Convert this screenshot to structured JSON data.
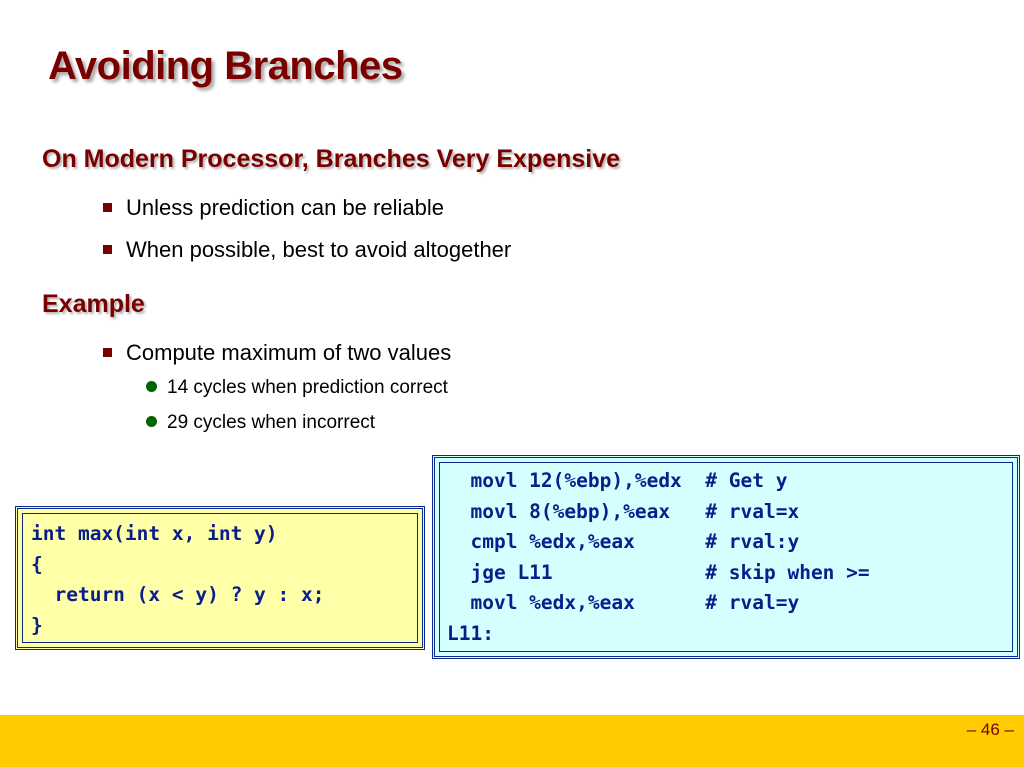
{
  "slide": {
    "title": "Avoiding Branches",
    "section1": {
      "heading": "On Modern Processor, Branches Very Expensive",
      "bullets": [
        "Unless prediction can be reliable",
        "When possible, best to avoid altogether"
      ]
    },
    "section2": {
      "heading": "Example",
      "bullet": "Compute maximum of two values",
      "subbullets": [
        "14 cycles when prediction correct",
        "29 cycles when incorrect"
      ]
    },
    "c_code": "int max(int x, int y)\n{\n  return (x < y) ? y : x;\n}",
    "asm_code": "  movl 12(%ebp),%edx  # Get y\n  movl 8(%ebp),%eax   # rval=x\n  cmpl %edx,%eax      # rval:y\n  jge L11             # skip when >=\n  movl %edx,%eax      # rval=y\nL11:",
    "page_number": "– 46 –"
  },
  "colors": {
    "title": "#7a0000",
    "bullet_square": "#7a0000",
    "bullet_circle": "#006400",
    "code_text": "#0a1e8a",
    "c_box_bg": "#ffffa8",
    "asm_box_bg": "#d3ffff",
    "footer_bar": "#ffcc00"
  }
}
